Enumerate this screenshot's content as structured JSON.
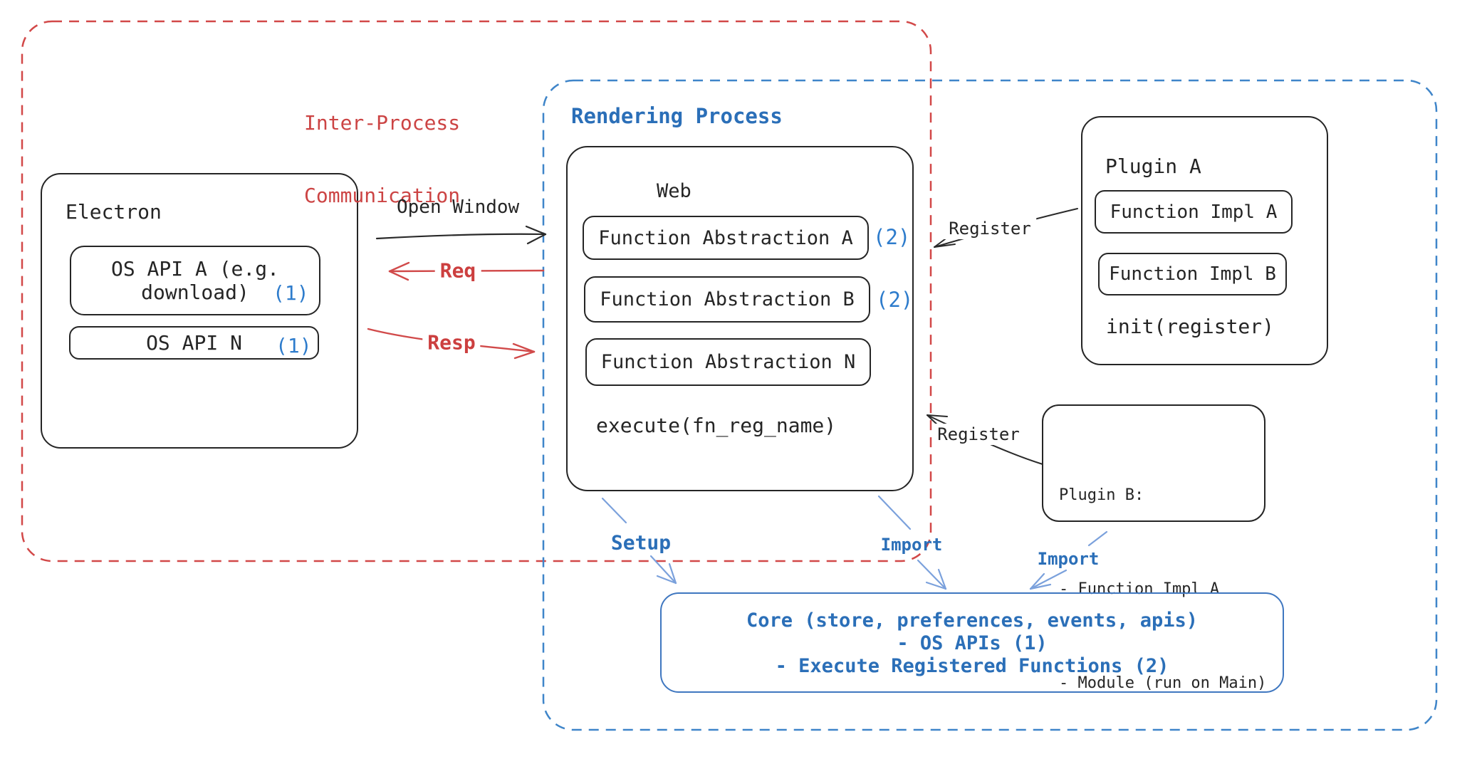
{
  "ipc": {
    "label_line1": "Inter-Process",
    "label_line2": "Communication"
  },
  "rendering_process": {
    "label": "Rendering Process"
  },
  "electron": {
    "title": "Electron",
    "os_api_a_line1": "OS API A (e.g.",
    "os_api_a_line2": "download)",
    "os_api_a_badge": "(1)",
    "os_api_n": "OS API N",
    "os_api_n_badge": "(1)"
  },
  "web": {
    "title": "Web",
    "fn_abstraction_a": "Function Abstraction A",
    "fn_abstraction_a_badge": "(2)",
    "fn_abstraction_b": "Function Abstraction B",
    "fn_abstraction_b_badge": "(2)",
    "fn_abstraction_n": "Function Abstraction N",
    "execute": "execute(fn_reg_name)"
  },
  "plugin_a": {
    "title": "Plugin A",
    "impl_a": "Function Impl A",
    "impl_b": "Function Impl B",
    "init": "init(register)"
  },
  "plugin_b": {
    "title": "Plugin B:",
    "item1": "- Function Impl A",
    "item2": "- Module (run on Main)"
  },
  "core": {
    "line1": "Core (store, preferences, events, apis)",
    "line2": "- OS APIs (1)",
    "line3": "- Execute Registered Functions (2)"
  },
  "arrows": {
    "open_window": "Open Window",
    "req": "Req",
    "resp": "Resp",
    "register_plugin_a": "Register",
    "register_plugin_b": "Register",
    "setup": "Setup",
    "import_web": "Import",
    "import_plugin_b": "Import"
  },
  "colors": {
    "ink": "#252525",
    "red": "#d24848",
    "blue": "#3f85c9",
    "badge_blue": "#2e7ccc",
    "arrow_blue": "#7ba1dc"
  }
}
